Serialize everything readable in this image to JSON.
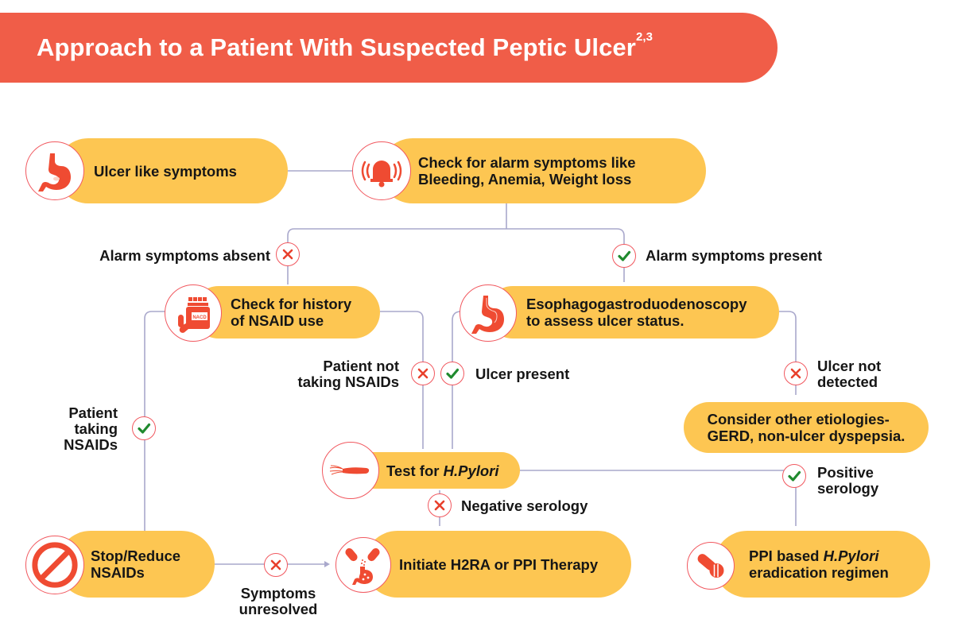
{
  "header": {
    "title": "Approach to a Patient With Suspected Peptic Ulcer",
    "superscript": "2,3"
  },
  "colors": {
    "banner": "#f05d48",
    "pill": "#fdc652",
    "connector": "#a9a8cc",
    "icon_ring": "#f1585f",
    "icon_fill": "#ef4b32",
    "check": "#1f8a2e",
    "cross": "#e8402c"
  },
  "nodes": {
    "ulcer_symptoms": {
      "text": "Ulcer like symptoms",
      "icon": "stomach-icon"
    },
    "alarm_check": {
      "line1": "Check for alarm symptoms like",
      "line2": "Bleeding, Anemia, Weight loss",
      "icon": "alarm-bell-icon"
    },
    "nsaid_history": {
      "line1": "Check for history",
      "line2": "of NSAID use",
      "icon": "medicine-bottle-icon",
      "bottle_label": "NACD"
    },
    "egd": {
      "line1": "Esophagogastroduodenoscopy",
      "line2": "to assess ulcer status.",
      "icon": "stomach-icon"
    },
    "other_etiologies": {
      "line1": "Consider other etiologies-",
      "line2": "GERD, non-ulcer dyspepsia."
    },
    "hpylori_test": {
      "prefix": "Test for ",
      "italic": "H.Pylori",
      "icon": "bacteria-icon"
    },
    "stop_nsaids": {
      "line1": "Stop/Reduce",
      "line2": "NSAIDs",
      "icon": "prohibited-icon"
    },
    "h2ra_ppi": {
      "text": "Initiate H2RA or PPI Therapy",
      "icon": "pills-stomach-icon"
    },
    "ppi_regimen": {
      "line1_prefix": "PPI based ",
      "line1_italic": "H.Pylori",
      "line2": "eradication regimen",
      "icon": "capsule-tablet-icon"
    }
  },
  "edge_labels": {
    "alarm_absent": {
      "text": "Alarm symptoms absent",
      "status": "cross"
    },
    "alarm_present": {
      "text": "Alarm symptoms present",
      "status": "check"
    },
    "not_taking_nsaids": {
      "line1": "Patient not",
      "line2": "taking NSAIDs",
      "status": "cross"
    },
    "ulcer_present": {
      "text": "Ulcer present",
      "status": "check"
    },
    "ulcer_not_detected": {
      "line1": "Ulcer not",
      "line2": "detected",
      "status": "cross"
    },
    "taking_nsaids": {
      "line1": "Patient",
      "line2": "taking",
      "line3": "NSAIDs",
      "status": "check"
    },
    "negative_serology": {
      "text": "Negative serology",
      "status": "cross"
    },
    "positive_serology": {
      "line1": "Positive",
      "line2": "serology",
      "status": "check"
    },
    "symptoms_unresolved": {
      "line1": "Symptoms",
      "line2": "unresolved",
      "status": "cross"
    }
  }
}
